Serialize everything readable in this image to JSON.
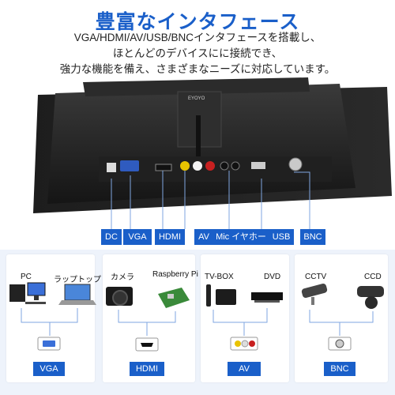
{
  "title": "豊富なインタフェース",
  "description": [
    "VGA/HDMI/AV/USB/BNCインタフェースを搭載し、",
    "ほとんどのデバイスにに接続でき、",
    "強力な機能を備え、さまざまなニーズに対応しています。"
  ],
  "monitor": {
    "brand": "EYOYO"
  },
  "ports": [
    "DC",
    "VGA",
    "HDMI",
    "AV",
    "Mic イヤホーン",
    "USB",
    "BNC"
  ],
  "categories": [
    {
      "label": "VGA",
      "devices": [
        "PC",
        "ラップトップ"
      ]
    },
    {
      "label": "HDMI",
      "devices": [
        "カメラ",
        "Raspberry Pi"
      ]
    },
    {
      "label": "AV",
      "devices": [
        "TV-BOX",
        "DVD"
      ]
    },
    {
      "label": "BNC",
      "devices": [
        "CCTV",
        "CCD"
      ]
    }
  ],
  "colors": {
    "accent": "#1a5fc9",
    "panel": "#eef3fb",
    "line": "#7fa6e0"
  }
}
